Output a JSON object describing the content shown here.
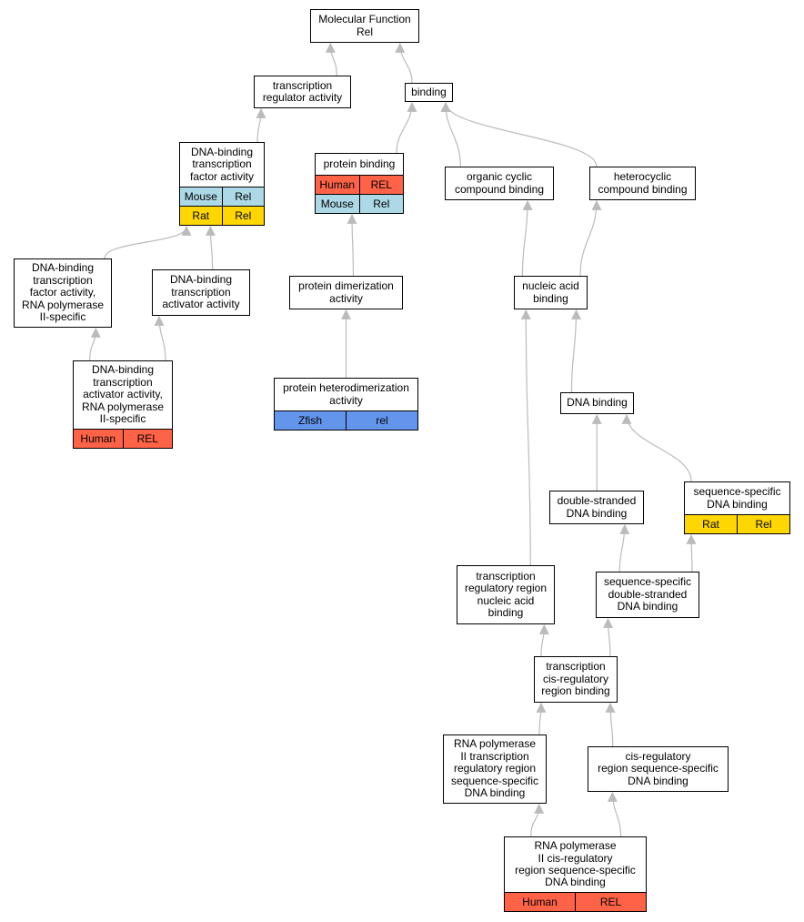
{
  "colors": {
    "edge": "#bbbbbb",
    "Human": "#ff6347",
    "Mouse": "#add8e6",
    "Rat": "#ffd700",
    "Zfish": "#6495ed"
  },
  "nodes": [
    {
      "id": "mf",
      "title": "Molecular Function\nRel",
      "orgs": []
    },
    {
      "id": "tra",
      "title": "transcription\nregulator activity",
      "orgs": []
    },
    {
      "id": "binding",
      "title": "binding",
      "orgs": []
    },
    {
      "id": "dbtfa",
      "title": "DNA-binding\ntranscription\nfactor activity",
      "orgs": [
        {
          "organism": "Mouse",
          "gene": "Rel"
        },
        {
          "organism": "Rat",
          "gene": "Rel"
        }
      ]
    },
    {
      "id": "pb",
      "title": "protein binding",
      "orgs": [
        {
          "organism": "Human",
          "gene": "REL"
        },
        {
          "organism": "Mouse",
          "gene": "Rel"
        }
      ]
    },
    {
      "id": "occb",
      "title": "organic cyclic\ncompound binding",
      "orgs": []
    },
    {
      "id": "hcb",
      "title": "heterocyclic\ncompound binding",
      "orgs": []
    },
    {
      "id": "dbtfa2",
      "title": "DNA-binding\ntranscription\nfactor activity,\nRNA polymerase\nII-specific",
      "orgs": []
    },
    {
      "id": "dbtaa",
      "title": "DNA-binding\ntranscription\nactivator activity",
      "orgs": []
    },
    {
      "id": "pda",
      "title": "protein dimerization\nactivity",
      "orgs": []
    },
    {
      "id": "nab",
      "title": "nucleic acid\nbinding",
      "orgs": []
    },
    {
      "id": "dbtaa2",
      "title": "DNA-binding\ntranscription\nactivator activity,\nRNA polymerase\nII-specific",
      "orgs": [
        {
          "organism": "Human",
          "gene": "REL"
        }
      ]
    },
    {
      "id": "phda",
      "title": "protein heterodimerization\nactivity",
      "orgs": [
        {
          "organism": "Zfish",
          "gene": "rel"
        }
      ]
    },
    {
      "id": "dnab",
      "title": "DNA binding",
      "orgs": []
    },
    {
      "id": "dsdb",
      "title": "double-stranded\nDNA binding",
      "orgs": []
    },
    {
      "id": "ssdb",
      "title": "sequence-specific\nDNA binding",
      "orgs": [
        {
          "organism": "Rat",
          "gene": "Rel"
        }
      ]
    },
    {
      "id": "trrnab",
      "title": "transcription\nregulatory region\nnucleic acid\nbinding",
      "orgs": []
    },
    {
      "id": "ssdsdb",
      "title": "sequence-specific\ndouble-stranded\nDNA binding",
      "orgs": []
    },
    {
      "id": "tcrrb",
      "title": "transcription\ncis-regulatory\nregion binding",
      "orgs": []
    },
    {
      "id": "rnap2trr",
      "title": "RNA polymerase\nII transcription\nregulatory region\nsequence-specific\nDNA binding",
      "orgs": []
    },
    {
      "id": "crrssdb",
      "title": "cis-regulatory\nregion sequence-specific\nDNA binding",
      "orgs": []
    },
    {
      "id": "rnap2crr",
      "title": "RNA polymerase\nII cis-regulatory\nregion sequence-specific\nDNA binding",
      "orgs": [
        {
          "organism": "Human",
          "gene": "REL"
        }
      ]
    }
  ],
  "edges": [
    {
      "from": "tra",
      "to": "mf"
    },
    {
      "from": "binding",
      "to": "mf"
    },
    {
      "from": "dbtfa",
      "to": "tra"
    },
    {
      "from": "pb",
      "to": "binding"
    },
    {
      "from": "occb",
      "to": "binding"
    },
    {
      "from": "hcb",
      "to": "binding"
    },
    {
      "from": "dbtfa2",
      "to": "dbtfa"
    },
    {
      "from": "dbtaa",
      "to": "dbtfa"
    },
    {
      "from": "pda",
      "to": "pb"
    },
    {
      "from": "nab",
      "to": "occb"
    },
    {
      "from": "nab",
      "to": "hcb"
    },
    {
      "from": "dbtaa2",
      "to": "dbtfa2"
    },
    {
      "from": "dbtaa2",
      "to": "dbtaa"
    },
    {
      "from": "phda",
      "to": "pda"
    },
    {
      "from": "dnab",
      "to": "nab"
    },
    {
      "from": "trrnab",
      "to": "nab"
    },
    {
      "from": "dsdb",
      "to": "dnab"
    },
    {
      "from": "ssdb",
      "to": "dnab"
    },
    {
      "from": "ssdsdb",
      "to": "dsdb"
    },
    {
      "from": "ssdsdb",
      "to": "ssdb"
    },
    {
      "from": "tcrrb",
      "to": "trrnab"
    },
    {
      "from": "tcrrb",
      "to": "ssdsdb"
    },
    {
      "from": "rnap2trr",
      "to": "tcrrb"
    },
    {
      "from": "crrssdb",
      "to": "tcrrb"
    },
    {
      "from": "rnap2crr",
      "to": "rnap2trr"
    },
    {
      "from": "rnap2crr",
      "to": "crrssdb"
    }
  ]
}
